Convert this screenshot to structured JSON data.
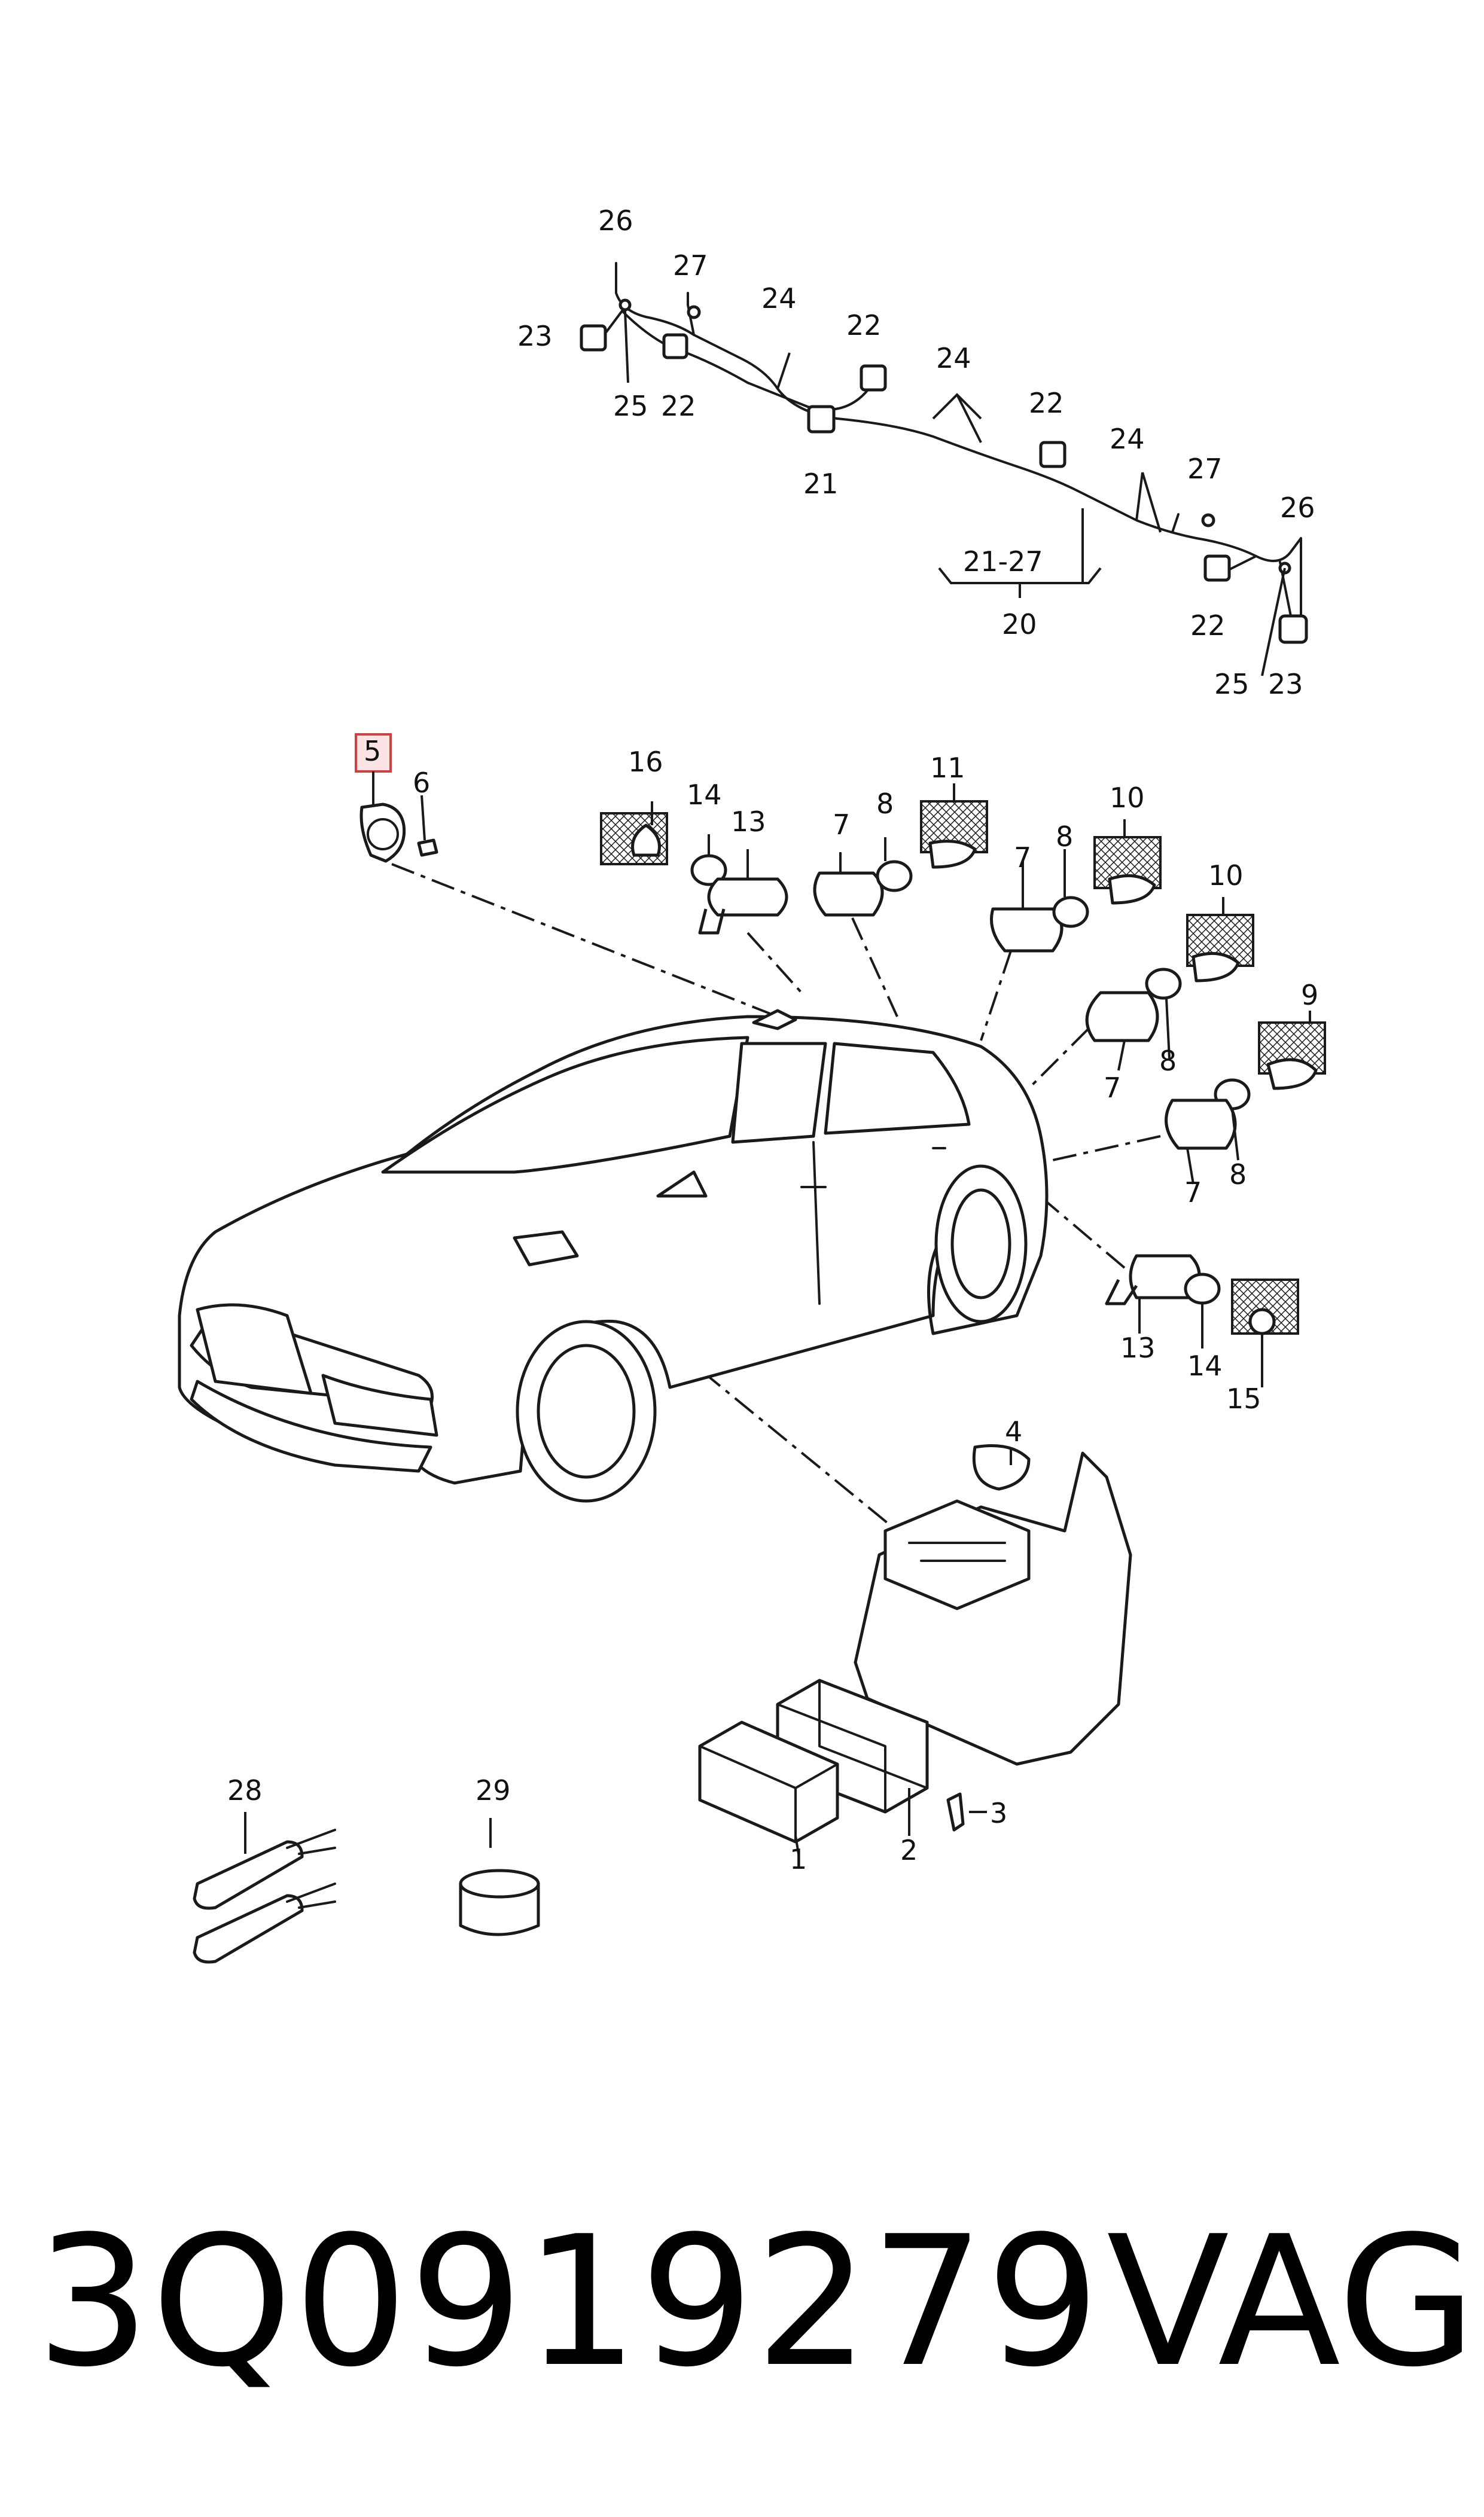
{
  "labels": {
    "c1": "1",
    "c2": "2",
    "c3": "3",
    "c4": "4",
    "c5": "5",
    "c6": "6",
    "c7a": "7",
    "c7b": "7",
    "c7c": "7",
    "c7d": "7",
    "c8a": "8",
    "c8b": "8",
    "c8c": "8",
    "c8d": "8",
    "c9": "9",
    "c10a": "10",
    "c10b": "10",
    "c11": "11",
    "c13a": "13",
    "c13b": "13",
    "c14a": "14",
    "c14b": "14",
    "c15": "15",
    "c16": "16",
    "c20": "20",
    "c2127": "21-27",
    "c21": "21",
    "c22a": "22",
    "c22b": "22",
    "c22c": "22",
    "c22d": "22",
    "c23a": "23",
    "c23b": "23",
    "c24a": "24",
    "c24b": "24",
    "c24c": "24",
    "c25a": "25",
    "c25b": "25",
    "c26a": "26",
    "c26b": "26",
    "c27a": "27",
    "c27b": "27",
    "c28": "28",
    "c29": "29"
  },
  "highlighted_callout": "5",
  "footer": {
    "part_number": "3Q0919279",
    "brand": "VAG"
  },
  "colors": {
    "line": "#1a1a1a",
    "highlight_fill": "#fde4e4",
    "highlight_stroke": "#d04040"
  }
}
